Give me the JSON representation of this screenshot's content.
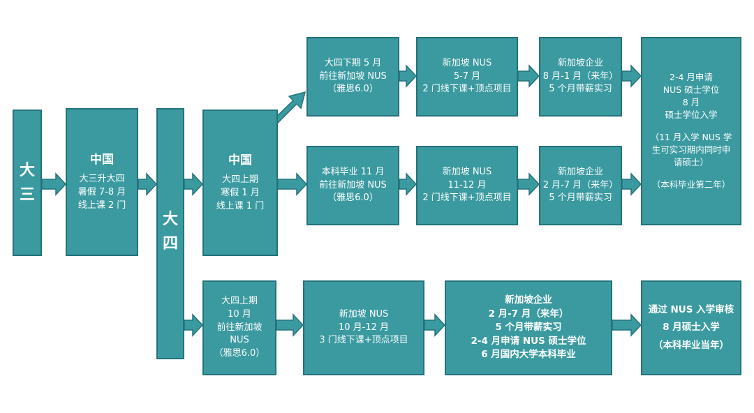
{
  "colors": {
    "box": "#3a9aa0",
    "border": "#24727a",
    "text": "#ffffff"
  },
  "year3": {
    "char1": "大",
    "char2": "三"
  },
  "summer": {
    "title": "中国",
    "l1": "大三升大四",
    "l2": "暑假 7-8 月",
    "l3": "线上课 2 门"
  },
  "year4": {
    "char1": "大",
    "char2": "四"
  },
  "winter": {
    "title": "中国",
    "l1": "大四上期",
    "l2": "寒假 1 月",
    "l3": "线上课 1 门"
  },
  "path1": {
    "go": {
      "l1": "大四下期 5 月",
      "l2": "前往新加坡 NUS",
      "l3": "（雅思6.0）"
    },
    "study": {
      "l1": "新加坡 NUS",
      "l2": "5-7 月",
      "l3": "2 门线下课+顶点项目"
    },
    "intern": {
      "l1": "新加坡企业",
      "l2": "8 月-1 月（来年）",
      "l3": "5 个月带薪实习"
    }
  },
  "path2": {
    "go": {
      "l1": "本科毕业 11 月",
      "l2": "前往新加坡 NUS",
      "l3": "（雅思6.0）"
    },
    "study": {
      "l1": "新加坡 NUS",
      "l2": "11-12 月",
      "l3": "2 门线下课+顶点项目"
    },
    "intern": {
      "l1": "新加坡企业",
      "l2": "2 月-7 月（来年）",
      "l3": "5 个月带薪实习"
    }
  },
  "master12": {
    "l1": "2-4 月申请",
    "l2": "NUS 硕士学位",
    "l3": "8 月",
    "l4": "硕士学位入学",
    "n1": "（11 月入学 NUS 学",
    "n2": "生可实习期内同时申",
    "n3": "请硕士）",
    "n4": "（本科毕业第二年）"
  },
  "path3": {
    "go": {
      "l1": "大四上期",
      "l2": "10 月",
      "l3": "前往新加坡",
      "l4": "NUS",
      "l5": "（雅思6.0）"
    },
    "study": {
      "l1": "新加坡 NUS",
      "l2": "10 月-12 月",
      "l3": "3 门线下课+顶点项目"
    },
    "intern": {
      "l1": "新加坡企业",
      "l2": "2 月-7 月（来年）",
      "l3": "5 个月带薪实习",
      "l4": "2-4 月申请 NUS 硕士学位",
      "l5": "6 月国内大学本科毕业"
    },
    "master": {
      "l1": "通过 NUS 入学审核",
      "l2": "8 月硕士入学",
      "l3": "（本科毕业当年）"
    }
  }
}
